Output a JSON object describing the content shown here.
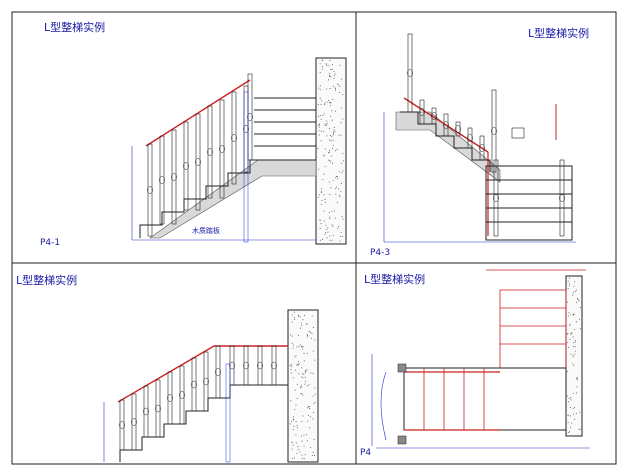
{
  "panels": [
    {
      "title": "L型整梯实例",
      "code": "P4-1",
      "annotation": "木质踏板"
    },
    {
      "title": "L型整梯实例",
      "code": "P4-3"
    },
    {
      "title": "L型整梯实例",
      "code": ""
    },
    {
      "title": "L型整梯实例",
      "code": "P4"
    }
  ],
  "colors": {
    "border": "#222222",
    "title_blue": "#1a1aa6",
    "rail_red": "#cc2222",
    "dim_blue": "#2233cc",
    "wall_speckle": "#444444"
  }
}
